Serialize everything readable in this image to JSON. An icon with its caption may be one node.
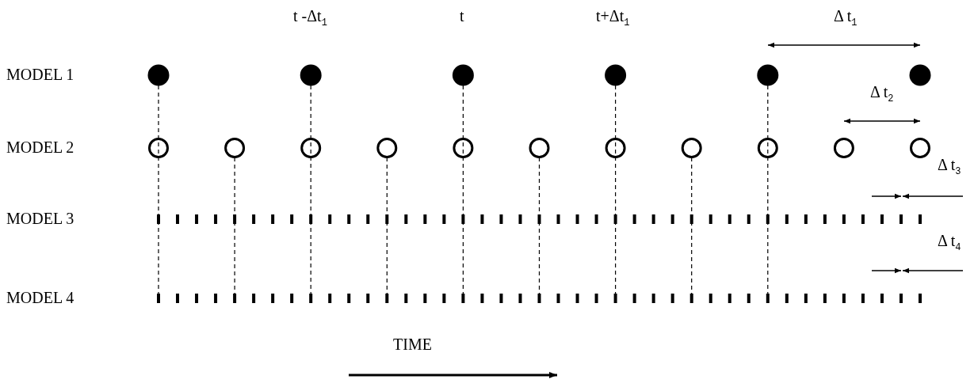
{
  "diagram": {
    "labels": [
      "t -Δt$_{1}$",
      "t",
      "t+Δt$_{1}$",
      "Δ t$_{1}$",
      "MODEL 1",
      "Δ t$_{2}$",
      "MODEL 2",
      "Δ t$_{3}$",
      "MODEL 3",
      "Δ t$_{4}$",
      "MODEL 4",
      "TIME"
    ]
  }
}
